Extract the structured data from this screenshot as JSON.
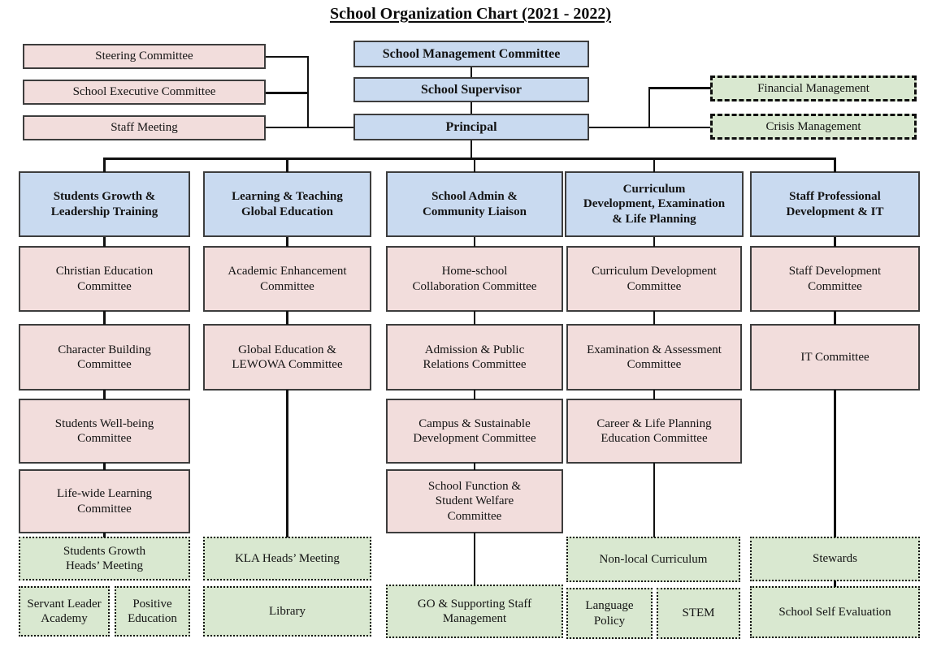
{
  "title": "School Organization Chart (2021 - 2022)",
  "colors": {
    "blue": "#c9daf0",
    "pink": "#f2dddc",
    "green": "#d9e8d0",
    "line": "#111111"
  },
  "top_boxes": {
    "smc": "School Management Committee",
    "supervisor": "School Supervisor",
    "principal": "Principal"
  },
  "left_boxes": {
    "steering": "Steering Committee",
    "executive": "School Executive Committee",
    "staff_meeting": "Staff Meeting"
  },
  "right_boxes": {
    "financial": "Financial Management",
    "crisis": "Crisis Management"
  },
  "columns": [
    {
      "header": "Students Growth &\nLeadership Training",
      "committees": [
        "Christian Education\nCommittee",
        "Character Building\nCommittee",
        "Students Well-being\nCommittee",
        "Life-wide Learning\nCommittee"
      ],
      "units": [
        "Students Growth\nHeads’ Meeting",
        "Servant Leader\nAcademy",
        "Positive\nEducation"
      ]
    },
    {
      "header": "Learning & Teaching\nGlobal Education",
      "committees": [
        "Academic Enhancement\nCommittee",
        "Global Education &\nLEWOWA Committee"
      ],
      "units": [
        "KLA Heads’ Meeting",
        "Library"
      ]
    },
    {
      "header": "School Admin &\nCommunity Liaison",
      "committees": [
        "Home-school\nCollaboration Committee",
        "Admission & Public\nRelations Committee",
        "Campus & Sustainable\nDevelopment Committee",
        "School Function &\nStudent Welfare\nCommittee"
      ],
      "units": [
        "GO & Supporting Staff\nManagement"
      ]
    },
    {
      "header": "Curriculum\nDevelopment, Examination\n& Life Planning",
      "committees": [
        "Curriculum Development\nCommittee",
        "Examination & Assessment\nCommittee",
        "Career & Life Planning\nEducation Committee"
      ],
      "units": [
        "Non-local Curriculum",
        "Language\nPolicy",
        "STEM"
      ]
    },
    {
      "header": "Staff Professional\nDevelopment & IT",
      "committees": [
        "Staff Development\nCommittee",
        "IT Committee"
      ],
      "units": [
        "Stewards",
        "School Self Evaluation"
      ]
    }
  ]
}
